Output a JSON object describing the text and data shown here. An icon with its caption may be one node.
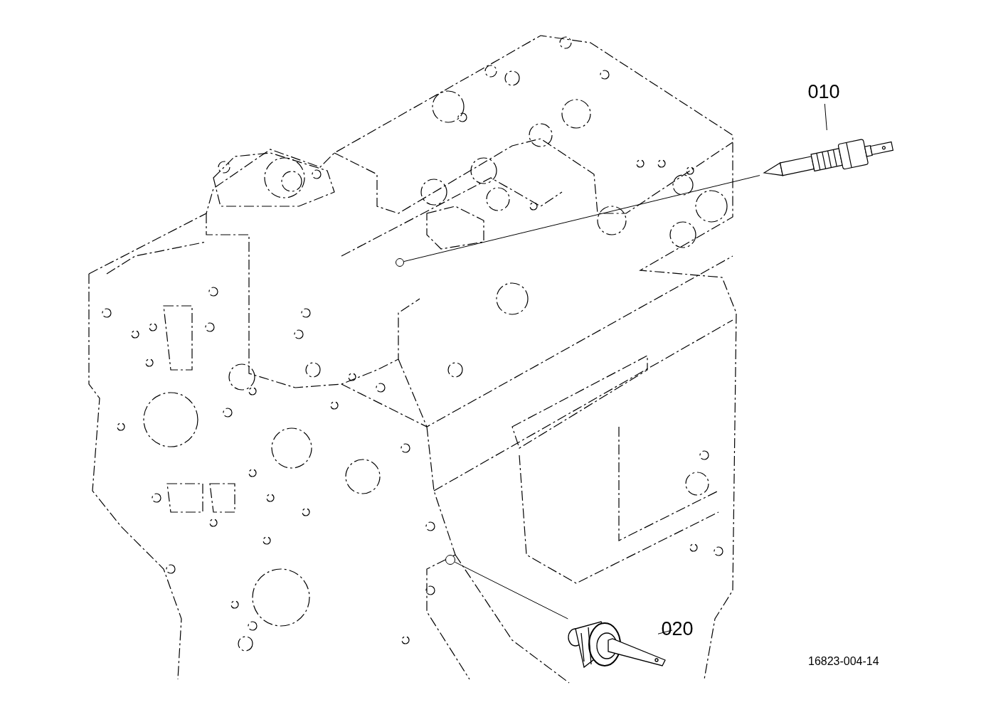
{
  "diagram": {
    "nodes": [
      {
        "text": [
          "010"
        ]
      },
      {
        "text": [],
        "shape": "picture"
      },
      {
        "text": [],
        "shape": "circle"
      },
      {
        "text": [
          "020"
        ]
      },
      {
        "text": [],
        "shape": "picture"
      },
      {
        "text": [],
        "shape": "circle"
      }
    ],
    "edges": [
      {
        "from": 0,
        "to": 1,
        "arrow": "none"
      },
      {
        "from": 1,
        "to": 2,
        "arrow": "none"
      },
      {
        "from": 3,
        "to": 4,
        "arrow": "none"
      },
      {
        "from": 4,
        "to": 5,
        "arrow": "none"
      }
    ],
    "labels": [
      "16823-004-14"
    ]
  }
}
